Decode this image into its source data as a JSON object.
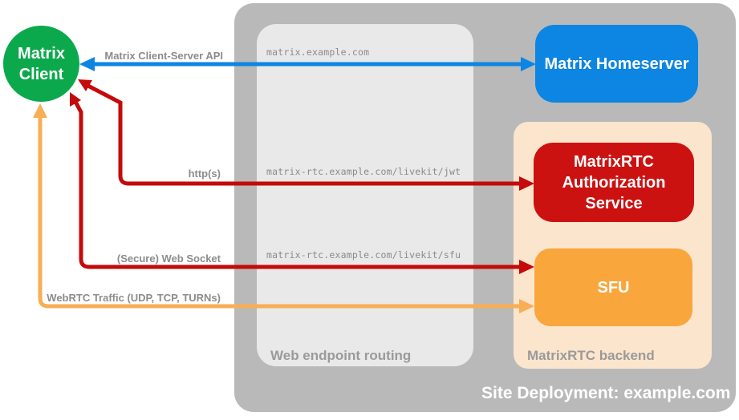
{
  "colors": {
    "green": "#0BA94C",
    "blue": "#0D85E2",
    "red_box": "#CC1111",
    "red_arrow": "#C40A0A",
    "orange_box": "#F9A63C",
    "orange_arrow": "#F8AE55",
    "outer_gray": "#B9B9B9",
    "inner_gray": "#E9E9E9",
    "peach": "#FCE5CD",
    "label_gray": "#8C8C8C",
    "mono_gray": "#8A8A8A",
    "container_label_gray": "#9A9A9A"
  },
  "nodes": {
    "matrix_client": {
      "label": "Matrix Client"
    },
    "matrix_homeserver": {
      "label": "Matrix Homeserver"
    },
    "auth_service": {
      "label": "MatrixRTC Authorization Service"
    },
    "sfu": {
      "label": "SFU"
    }
  },
  "containers": {
    "site_deployment": {
      "label": "Site Deployment: example.com"
    },
    "web_endpoint_routing": {
      "label": "Web endpoint routing"
    },
    "matrixrtc_backend": {
      "label": "MatrixRTC backend"
    }
  },
  "edges": {
    "client_server_api": {
      "label": "Matrix Client-Server API",
      "route": "matrix.example.com"
    },
    "https": {
      "label": "http(s)",
      "route": "matrix-rtc.example.com/livekit/jwt"
    },
    "websocket": {
      "label": "(Secure) Web Socket",
      "route": "matrix-rtc.example.com/livekit/sfu"
    },
    "webrtc": {
      "label": "WebRTC Traffic (UDP, TCP, TURNs)"
    }
  }
}
